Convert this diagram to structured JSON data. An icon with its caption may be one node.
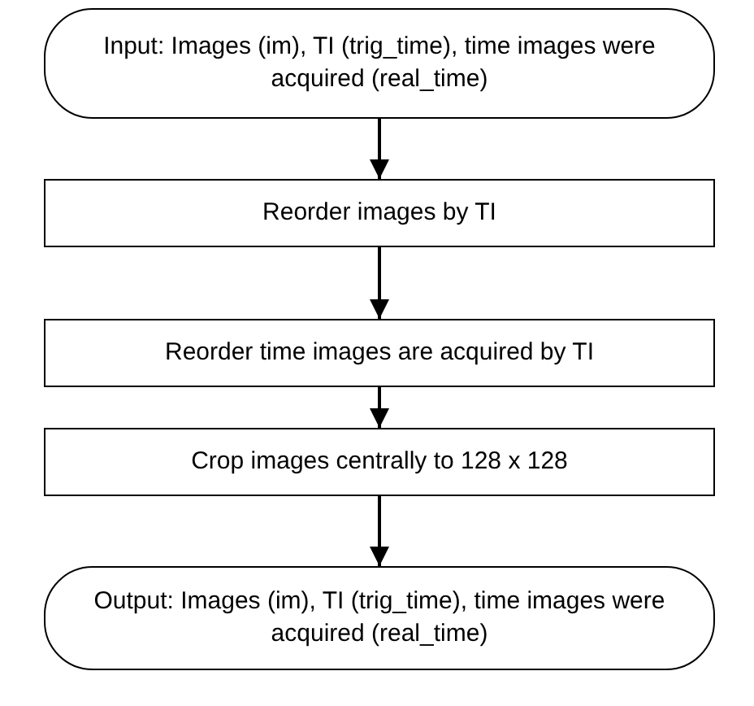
{
  "diagram": {
    "nodes": [
      {
        "text": [
          "Input: Images (im), TI (trig_time), time images were acquired (real_time)"
        ]
      },
      {
        "text": [
          "Reorder images by TI"
        ]
      },
      {
        "text": [
          "Reorder time images are acquired by TI"
        ]
      },
      {
        "text": [
          "Crop images centrally to 128 x 128"
        ]
      },
      {
        "text": [
          "Output: Images (im), TI (trig_time), time images were acquired (real_time)"
        ]
      }
    ],
    "edges": [
      {
        "from": 0,
        "to": 1,
        "arrow": "to"
      },
      {
        "from": 1,
        "to": 2,
        "arrow": "to"
      },
      {
        "from": 2,
        "to": 3,
        "arrow": "to"
      },
      {
        "from": 3,
        "to": 4,
        "arrow": "to"
      }
    ]
  }
}
